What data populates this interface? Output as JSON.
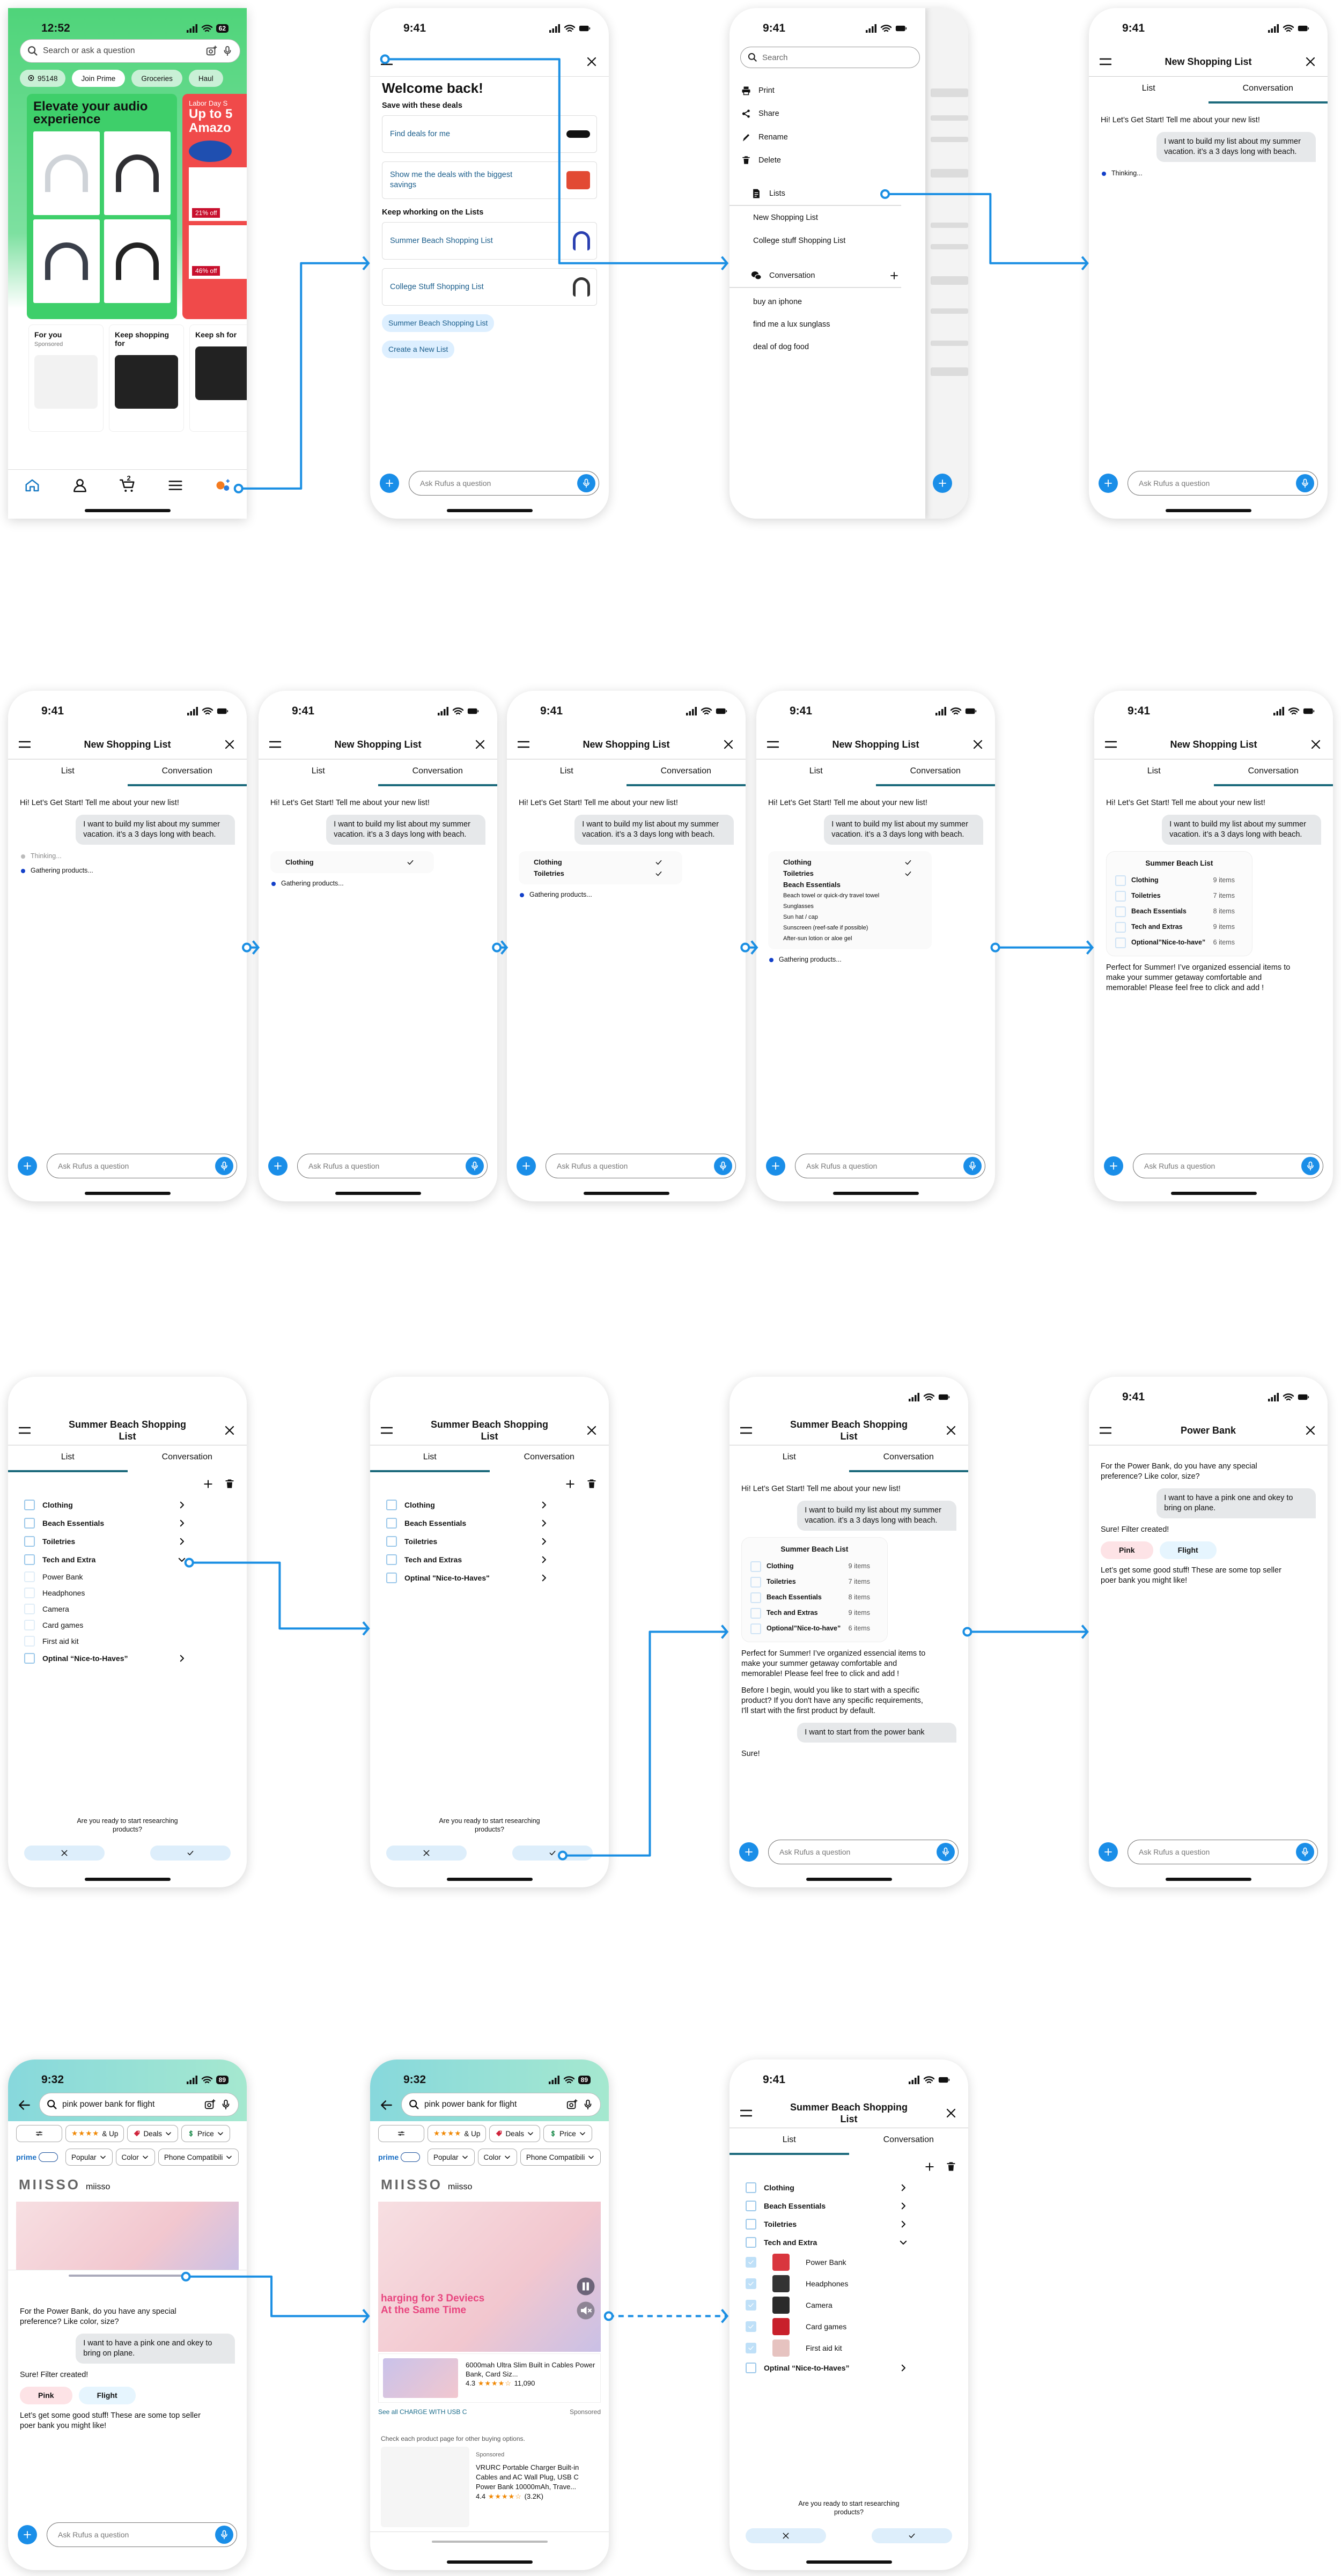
{
  "colors": {
    "accent": "#1a8ee8",
    "tab_underline": "#1d6b7d",
    "connector": "#1b8fe3",
    "user_bubble": "#e6e8ea",
    "pink_chip": "#fde3e6",
    "flight_chip": "#e6f5fe",
    "amazon_green": "#4fd47a",
    "deal_red": "#f04a4a"
  },
  "screens": [
    {
      "kind": "home",
      "time": "12:52",
      "battery": "62",
      "search_placeholder": "Search or ask a question",
      "location": "95148",
      "chips": [
        "Join Prime",
        "Groceries",
        "Haul"
      ],
      "promo_title": "Elevate your audio experience",
      "deal_label": "Labor Day S",
      "deal_title": "Up to 5 Amazo",
      "discounts": [
        "21% off",
        "46% off"
      ],
      "cards": [
        {
          "title": "For you",
          "sub": "Sponsored"
        },
        {
          "title": "Keep shopping for"
        },
        {
          "title": "Keep sh for"
        }
      ],
      "cart_count": "2",
      "nav": [
        "home-icon",
        "person-icon",
        "cart-icon",
        "menu-icon",
        "rufus-icon"
      ]
    },
    {
      "kind": "welcome",
      "time": "9:41",
      "title": "Welcome back!",
      "deals_heading": "Save with these deals",
      "deals": [
        {
          "label": "Find deals for me",
          "icon": "sunglasses"
        },
        {
          "label": "Show me the deals with the biggest savings",
          "icon": "cooler-bag"
        }
      ],
      "lists_heading": "Keep whorking on the Lists",
      "lists": [
        {
          "label": "Summer Beach Shopping List",
          "icon": "umbrella"
        },
        {
          "label": "College Stuff Shopping List",
          "icon": "headphones"
        }
      ],
      "chips": [
        "Summer Beach Shopping List",
        "Create a New List"
      ],
      "input_placeholder": "Ask Rufus a question"
    },
    {
      "kind": "drawer",
      "time": "9:41",
      "search_placeholder": "Search",
      "actions": [
        {
          "label": "Print",
          "icon": "print"
        },
        {
          "label": "Share",
          "icon": "share"
        },
        {
          "label": "Rename",
          "icon": "pencil"
        },
        {
          "label": "Delete",
          "icon": "trash"
        }
      ],
      "lists_label": "Lists",
      "lists": [
        "New Shopping List",
        "College stuff Shopping List"
      ],
      "conv_label": "Conversation",
      "conversations": [
        "buy an iphone",
        "find me a lux sunglass",
        "deal of dog food"
      ]
    },
    {
      "kind": "chat",
      "time": "9:41",
      "title": "New Shopping List",
      "tabs": [
        "List",
        "Conversation"
      ],
      "active_tab": 1,
      "input_placeholder": "Ask Rufus a question",
      "messages": [
        {
          "type": "bot",
          "text": "Hi! Let’s Get Start! Tell me about your new list!"
        },
        {
          "type": "user",
          "text": "I want to build my list about my summer vacation. it’s a 3 days long with beach."
        },
        {
          "type": "status",
          "text": "Thinking...",
          "state": "active"
        }
      ]
    },
    {
      "kind": "chat",
      "time": "9:41",
      "title": "New Shopping List",
      "tabs": [
        "List",
        "Conversation"
      ],
      "active_tab": 1,
      "input_placeholder": "Ask Rufus a question",
      "messages": [
        {
          "type": "bot",
          "text": "Hi! Let’s Get Start! Tell me about your new list!"
        },
        {
          "type": "user",
          "text": "I want to build my list about my summer vacation. it’s a 3 days long with beach."
        },
        {
          "type": "status",
          "text": "Thinking...",
          "state": "done"
        },
        {
          "type": "status",
          "text": "Gathering products...",
          "state": "active"
        }
      ]
    },
    {
      "kind": "chat",
      "time": "9:41",
      "title": "New Shopping List",
      "tabs": [
        "List",
        "Conversation"
      ],
      "active_tab": 1,
      "input_placeholder": "Ask Rufus a question",
      "messages": [
        {
          "type": "bot",
          "text": "Hi! Let’s Get Start! Tell me about your new list!"
        },
        {
          "type": "user",
          "text": "I want to build my list about my summer vacation. it’s a 3 days long with beach."
        },
        {
          "type": "checklist",
          "items": [
            {
              "label": "Clothing",
              "checked": true,
              "bold": true
            }
          ]
        },
        {
          "type": "status",
          "text": "Gathering products...",
          "state": "active"
        }
      ]
    },
    {
      "kind": "chat",
      "time": "9:41",
      "title": "New Shopping List",
      "tabs": [
        "List",
        "Conversation"
      ],
      "active_tab": 1,
      "input_placeholder": "Ask Rufus a question",
      "messages": [
        {
          "type": "bot",
          "text": "Hi! Let’s Get Start! Tell me about your new list!"
        },
        {
          "type": "user",
          "text": "I want to build my list about my summer vacation. it’s a 3 days long with beach."
        },
        {
          "type": "checklist",
          "items": [
            {
              "label": "Clothing",
              "checked": true,
              "bold": true
            },
            {
              "label": "Toiletries",
              "checked": true,
              "bold": true
            }
          ]
        },
        {
          "type": "status",
          "text": "Gathering products...",
          "state": "active"
        }
      ]
    },
    {
      "kind": "chat",
      "time": "9:41",
      "title": "New Shopping List",
      "tabs": [
        "List",
        "Conversation"
      ],
      "active_tab": 1,
      "input_placeholder": "Ask Rufus a question",
      "messages": [
        {
          "type": "bot",
          "text": "Hi! Let’s Get Start! Tell me about your new list!"
        },
        {
          "type": "user",
          "text": "I want to build my list about my summer vacation. it’s a 3 days long with beach."
        },
        {
          "type": "checklist",
          "items": [
            {
              "label": "Clothing",
              "checked": true,
              "bold": true
            },
            {
              "label": "Toiletries",
              "checked": true,
              "bold": true
            },
            {
              "label": "Beach Essentials",
              "checked": false,
              "bold": true
            },
            {
              "label": "Beach towel or quick-dry travel towel",
              "checked": false,
              "bold": false
            },
            {
              "label": "Sunglasses",
              "checked": false,
              "bold": false
            },
            {
              "label": "Sun hat / cap",
              "checked": false,
              "bold": false
            },
            {
              "label": "Sunscreen (reef-safe if possible)",
              "checked": false,
              "bold": false
            },
            {
              "label": "After-sun lotion or aloe gel",
              "checked": false,
              "bold": false
            }
          ]
        },
        {
          "type": "status",
          "text": "Gathering products...",
          "state": "active"
        }
      ]
    },
    {
      "kind": "chat",
      "time": "9:41",
      "title": "New Shopping List",
      "tabs": [
        "List",
        "Conversation"
      ],
      "active_tab": 1,
      "input_placeholder": "Ask Rufus a question",
      "messages": [
        {
          "type": "bot",
          "text": "Hi! Let’s Get Start! Tell me about your new list!"
        },
        {
          "type": "user",
          "text": "I want to build my list about my summer vacation. it’s a 3 days long with beach."
        },
        {
          "type": "summary",
          "title": "Summer Beach List",
          "rows": [
            {
              "label": "Clothing",
              "count": "9 items"
            },
            {
              "label": "Toiletries",
              "count": "7 items"
            },
            {
              "label": "Beach Essentials",
              "count": "8 items"
            },
            {
              "label": "Tech and Extras",
              "count": "9 items"
            },
            {
              "label": "Optional”Nice-to-have”",
              "count": "6 items"
            }
          ]
        },
        {
          "type": "bot",
          "text": "Perfect for Summer! I’ve organized essencial items to make your summer getaway comfortable and memorable! Please feel free to click and add !"
        }
      ]
    },
    {
      "kind": "list",
      "time": "",
      "title": "Summer Beach Shopping List",
      "tabs": [
        "List",
        "Conversation"
      ],
      "active_tab": 0,
      "rows": [
        {
          "label": "Clothing",
          "level": 0,
          "chevron": "right"
        },
        {
          "label": "Beach Essentials",
          "level": 0,
          "chevron": "right"
        },
        {
          "label": "Toiletries",
          "level": 0,
          "chevron": "right"
        },
        {
          "label": "Tech and Extra",
          "level": 0,
          "chevron": "down"
        },
        {
          "label": "Power Bank",
          "level": 1
        },
        {
          "label": "Headphones",
          "level": 1
        },
        {
          "label": "Camera",
          "level": 1
        },
        {
          "label": "Card games",
          "level": 1
        },
        {
          "label": "First aid kit",
          "level": 1
        },
        {
          "label": "Optinal “Nice-to-Haves”",
          "level": 0,
          "chevron": "right"
        }
      ],
      "prompt": "Are you ready to start researching products?"
    },
    {
      "kind": "list",
      "time": "",
      "title": "Summer Beach Shopping List",
      "tabs": [
        "List",
        "Conversation"
      ],
      "active_tab": 0,
      "rows": [
        {
          "label": "Clothing",
          "level": 0,
          "chevron": "right"
        },
        {
          "label": "Beach Essentials",
          "level": 0,
          "chevron": "right"
        },
        {
          "label": "Toiletries",
          "level": 0,
          "chevron": "right"
        },
        {
          "label": "Tech and Extras",
          "level": 0,
          "chevron": "right"
        },
        {
          "label": "Optinal \"Nice-to-Haves\"",
          "level": 0,
          "chevron": "right"
        }
      ],
      "prompt": "Are you ready to start researching products?"
    },
    {
      "kind": "chat",
      "time": "",
      "title": "Summer Beach Shopping List",
      "tabs": [
        "List",
        "Conversation"
      ],
      "active_tab": 1,
      "input_placeholder": "Ask Rufus a question",
      "messages": [
        {
          "type": "bot",
          "text": "Hi! Let’s Get Start! Tell me about your new list!"
        },
        {
          "type": "user",
          "text": "I want to build my list about my summer vacation. it’s a 3 days long with beach."
        },
        {
          "type": "summary",
          "title": "Summer Beach List",
          "rows": [
            {
              "label": "Clothing",
              "count": "9 items"
            },
            {
              "label": "Toiletries",
              "count": "7 items"
            },
            {
              "label": "Beach Essentials",
              "count": "8 items"
            },
            {
              "label": "Tech and Extras",
              "count": "9 items"
            },
            {
              "label": "Optional”Nice-to-have”",
              "count": "6 items"
            }
          ]
        },
        {
          "type": "bot",
          "text": "Perfect for Summer! I’ve organized essencial items to make your summer getaway comfortable and memorable! Please feel free to click and add !"
        },
        {
          "type": "bot",
          "text": "Before I begin, would you like to start with a specific product? If you don't have any specific requirements, I'll start with the first product by default."
        },
        {
          "type": "user",
          "text": "I want to start from the power bank"
        },
        {
          "type": "bot",
          "text": "Sure!"
        }
      ]
    },
    {
      "kind": "chat",
      "time": "9:41",
      "title": "Power Bank",
      "tabs": [],
      "active_tab": -1,
      "input_placeholder": "Ask Rufus a question",
      "messages": [
        {
          "type": "bot",
          "text": "For the Power Bank, do you have any special preference? Like color, size?"
        },
        {
          "type": "user",
          "text": "I want to have a pink one and okey to bring on plane."
        },
        {
          "type": "bot",
          "text": "Sure! Filter created!"
        },
        {
          "type": "chips",
          "items": [
            {
              "label": "Pink",
              "color": "#fde3e6"
            },
            {
              "label": "Flight",
              "color": "#e6f5fe"
            }
          ]
        },
        {
          "type": "bot",
          "text": "Let’s get some good stuff! These are some top seller poer bank you might like!"
        }
      ]
    },
    {
      "kind": "search",
      "time": "9:32",
      "battery": "89",
      "query": "pink power bank for flight",
      "filters_row1": [
        {
          "label": "& Up",
          "icon": "stars"
        },
        {
          "label": "Deals",
          "icon": "tag"
        },
        {
          "label": "Price",
          "icon": "dollar"
        }
      ],
      "filters_row2": [
        "Popular",
        "Color",
        "Phone Compatibili"
      ],
      "prime": "prime",
      "brand_logo": "MIISSO",
      "brand_name": "miisso",
      "input_placeholder": "Ask Rufus a question",
      "messages": [
        {
          "type": "bot",
          "text": "For the Power Bank, do you have any special preference? Like color, size?"
        },
        {
          "type": "user",
          "text": "I want to have a pink one and okey to bring on plane."
        },
        {
          "type": "bot",
          "text": "Sure! Filter created!"
        },
        {
          "type": "chips",
          "items": [
            {
              "label": "Pink",
              "color": "#fde3e6"
            },
            {
              "label": "Flight",
              "color": "#e6f5fe"
            }
          ]
        },
        {
          "type": "bot",
          "text": "Let’s get some good stuff! These are some top seller poer bank you might like!"
        }
      ]
    },
    {
      "kind": "search",
      "time": "9:32",
      "battery": "89",
      "query": "pink power bank for flight",
      "filters_row1": [
        {
          "label": "& Up",
          "icon": "stars"
        },
        {
          "label": "Deals",
          "icon": "tag"
        },
        {
          "label": "Price",
          "icon": "dollar"
        }
      ],
      "filters_row2": [
        "Popular",
        "Color",
        "Phone Compatibili"
      ],
      "prime": "prime",
      "brand_logo": "MIISSO",
      "brand_name": "miisso",
      "results": {
        "banner": [
          "harging for 3 Deviecs",
          "At the Same Time"
        ],
        "product": {
          "title": "6000mah Ultra Slim Built in Cables Power Bank, Card Siz...",
          "rating": "4.3",
          "stars": 4.5,
          "reviews": "11,090"
        },
        "see_all": "See all CHARGE WITH USB C",
        "sponsored": "Sponsored",
        "note": "Check each product page for other buying options.",
        "product2": {
          "sponsored": "Sponsored",
          "title": "VRURC Portable Charger Built-in Cables and AC Wall Plug, USB C Power Bank 10000mAh, Trave...",
          "rating": "4.4",
          "stars": 4.5,
          "reviews": "(3.2K)"
        }
      }
    },
    {
      "kind": "list",
      "time": "9:41",
      "title": "Summer Beach Shopping List",
      "tabs": [
        "List",
        "Conversation"
      ],
      "active_tab": 0,
      "rows": [
        {
          "label": "Clothing",
          "level": 0,
          "chevron": "right"
        },
        {
          "label": "Beach Essentials",
          "level": 0,
          "chevron": "right"
        },
        {
          "label": "Toiletries",
          "level": 0,
          "chevron": "right"
        },
        {
          "label": "Tech and Extra",
          "level": 0,
          "chevron": "down"
        },
        {
          "label": "Power Bank",
          "level": 1,
          "checked": true,
          "thumb": "#d9363e"
        },
        {
          "label": "Headphones",
          "level": 1,
          "checked": true,
          "thumb": "#333"
        },
        {
          "label": "Camera",
          "level": 1,
          "checked": true,
          "thumb": "#2a2a2a"
        },
        {
          "label": "Card games",
          "level": 1,
          "checked": true,
          "thumb": "#c8202b"
        },
        {
          "label": "First aid kit",
          "level": 1,
          "checked": true,
          "thumb": "#e6c3c0"
        },
        {
          "label": "Optinal “Nice-to-Haves”",
          "level": 0,
          "chevron": "right"
        }
      ],
      "prompt": "Are you ready to start researching products?"
    }
  ]
}
